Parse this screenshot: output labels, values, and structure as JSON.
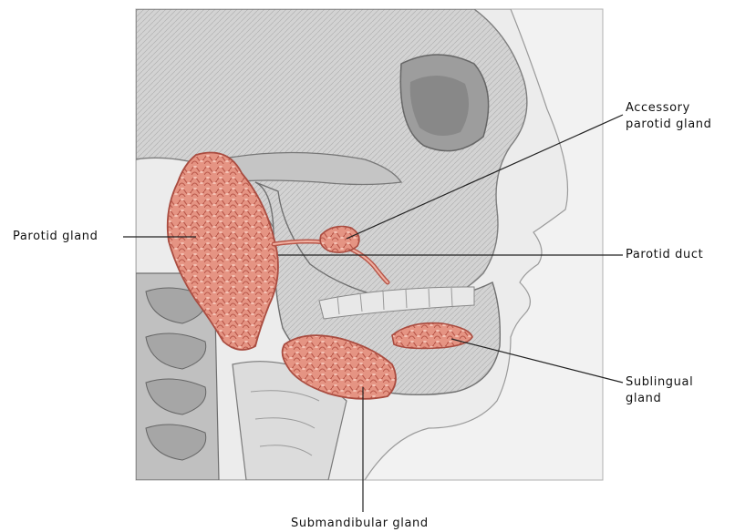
{
  "labels": {
    "parotid_gland": "Parotid gland",
    "accessory_parotid_line1": "Accessory",
    "accessory_parotid_line2": "parotid gland",
    "parotid_duct": "Parotid duct",
    "sublingual_line1": "Sublingual",
    "sublingual_line2": "gland",
    "submandibular_gland": "Submandibular gland"
  },
  "colors": {
    "gland": "#e08a78",
    "gland_dark": "#b8574a",
    "bone": "#c9c9c9",
    "bone_dark": "#8a8a8a",
    "skin": "#ececec",
    "frame": "#b0b0b0",
    "leader_line": "#222222"
  }
}
